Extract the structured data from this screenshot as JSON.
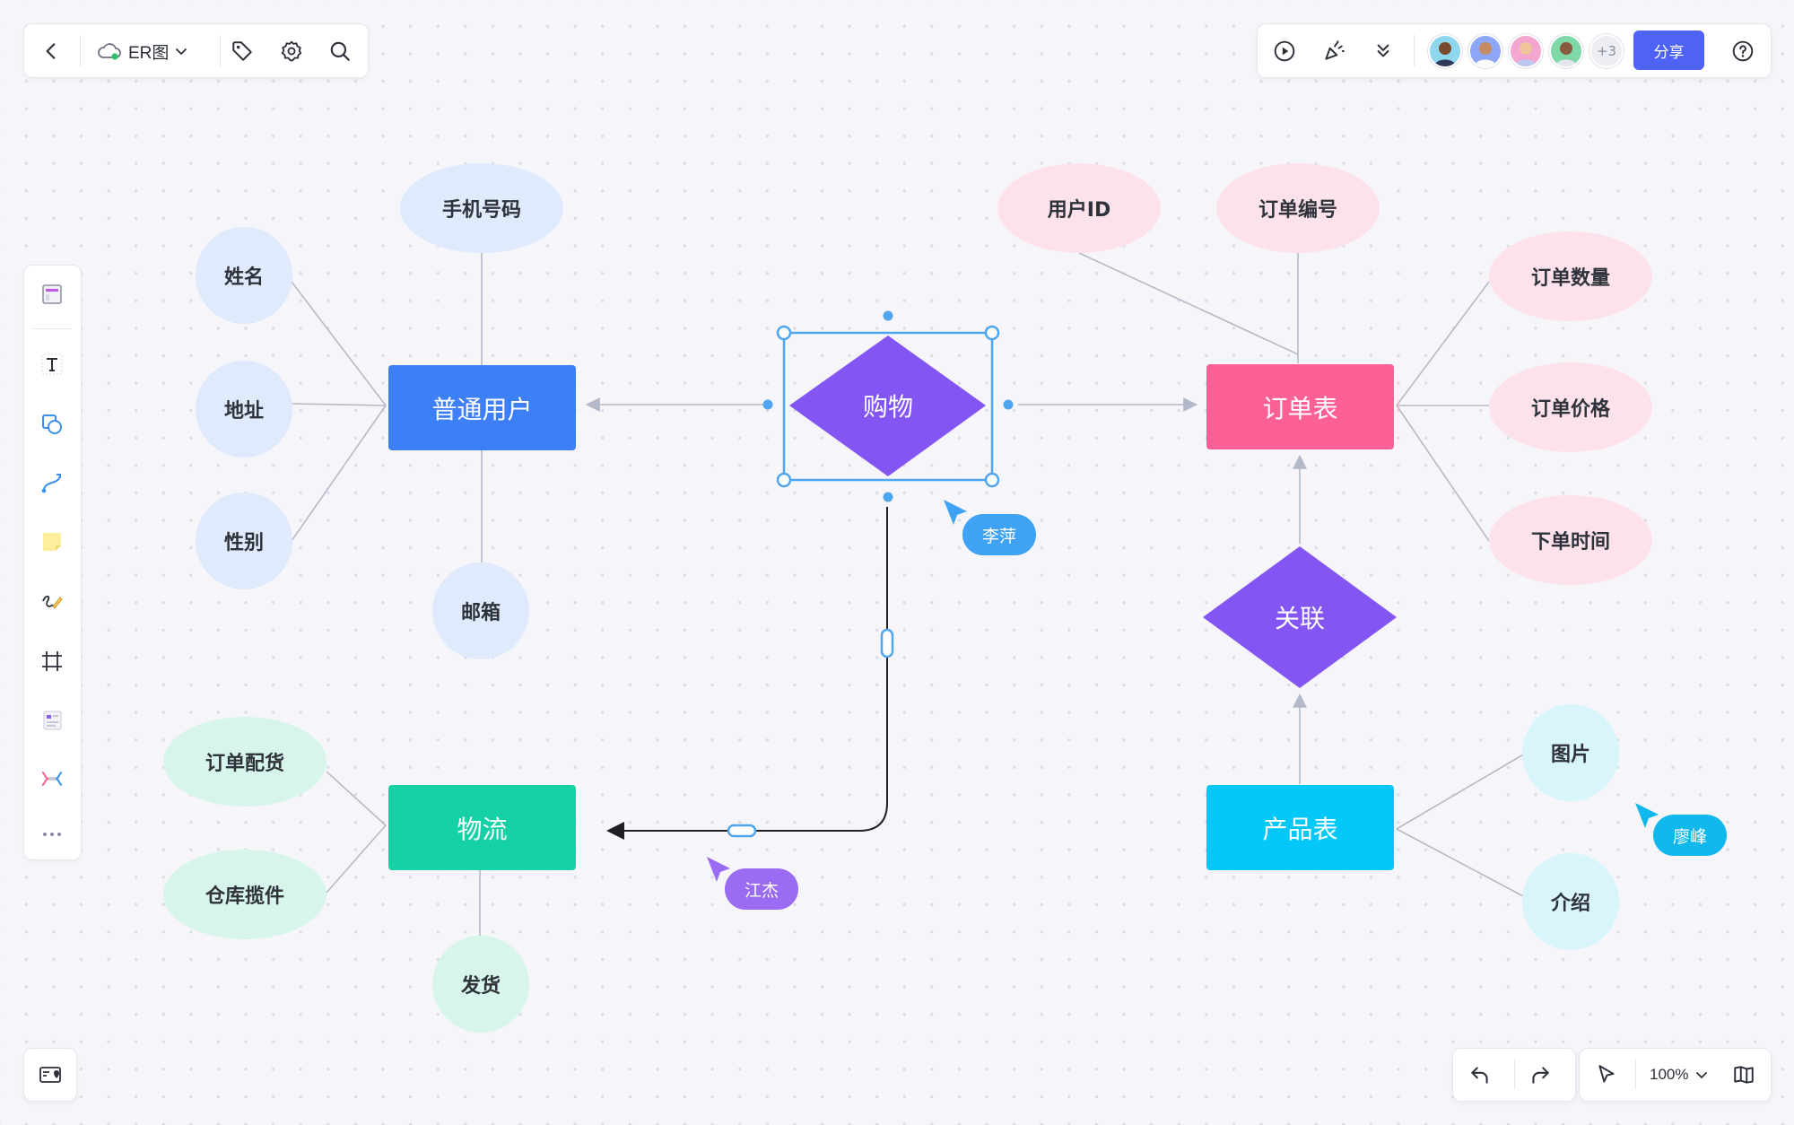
{
  "header": {
    "file_title": "ER图",
    "share_label": "分享",
    "collaborators_more": "+3",
    "icons": {
      "back": "chevron-left-icon",
      "cloud": "cloud-sync-icon",
      "title_dropdown": "chevron-down-icon",
      "tag": "tag-icon",
      "settings": "gear-icon",
      "search": "search-icon",
      "play": "play-icon",
      "celebrate": "party-popper-icon",
      "collapse": "double-chevron-down-icon",
      "help": "question-circle-icon"
    }
  },
  "toolbar": {
    "tools": [
      "template-icon",
      "text-icon",
      "shape-icon",
      "connector-icon",
      "sticky-note-icon",
      "pen-icon",
      "frame-icon",
      "card-icon",
      "mind-map-icon",
      "more-icon"
    ]
  },
  "bottom": {
    "zoom": "100%",
    "icons": [
      "minimap-icon",
      "undo-icon",
      "redo-icon",
      "select-cursor-icon",
      "book-icon"
    ]
  },
  "diagram": {
    "entities": {
      "user": "普通用户",
      "order": "订单表",
      "logistics": "物流",
      "product": "产品表"
    },
    "relations": {
      "shopping": "购物",
      "association": "关联"
    },
    "attributes": {
      "user": [
        "手机号码",
        "姓名",
        "地址",
        "性别",
        "邮箱"
      ],
      "order": [
        "用户ID",
        "订单编号",
        "订单数量",
        "订单价格",
        "下单时间"
      ],
      "logistics": [
        "订单配货",
        "仓库揽件",
        "发货"
      ],
      "product": [
        "图片",
        "介绍"
      ]
    }
  },
  "cursors": [
    {
      "name": "李萍",
      "color": "#3ea3f5"
    },
    {
      "name": "江杰",
      "color": "#9a6cf3"
    },
    {
      "name": "廖峰",
      "color": "#11b8ee"
    }
  ],
  "colors": {
    "user_entity": "#3d7ff7",
    "order_entity": "#fd5f97",
    "logistics_entity": "#15d1a5",
    "product_entity": "#06c8f8",
    "relation": "#8355f3",
    "selection": "#4fa5ef",
    "share_button": "#4e63f5"
  }
}
